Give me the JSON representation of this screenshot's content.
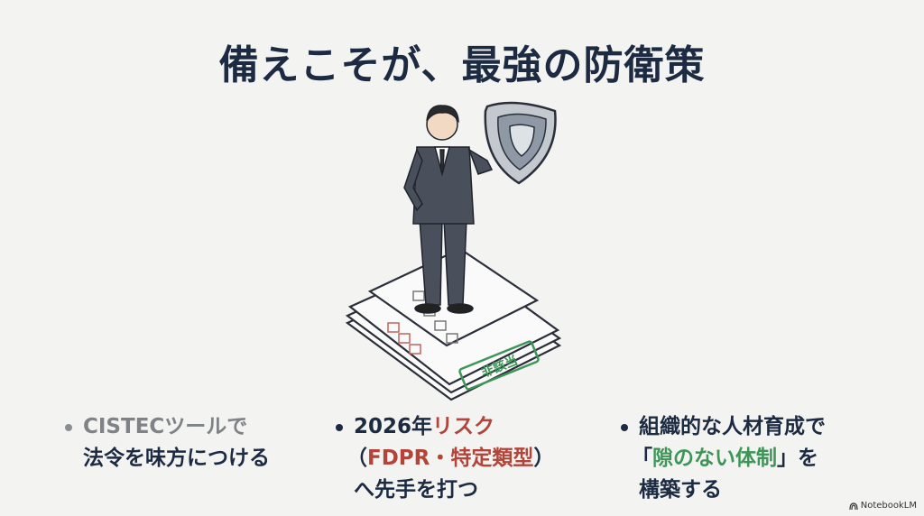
{
  "slide": {
    "title": "備えこそが、最強の防衛策",
    "illustration": {
      "stamp_label": "非該当"
    },
    "bullets": [
      {
        "lines": [
          {
            "parts": [
              "CISTECツールで"
            ]
          },
          {
            "parts": [
              "法令を味方につける"
            ]
          }
        ]
      },
      {
        "lines": [
          {
            "parts": [
              "2026年",
              "リスク"
            ]
          },
          {
            "parts": [
              "（",
              "FDPR・特定類型",
              "）"
            ]
          },
          {
            "parts": [
              "へ先手を打つ"
            ]
          }
        ]
      },
      {
        "lines": [
          {
            "parts": [
              "組織的な人材育成で"
            ]
          },
          {
            "parts": [
              "「",
              "隙のない体制",
              "」を"
            ]
          },
          {
            "parts": [
              "構築する"
            ]
          }
        ]
      }
    ],
    "brand": "NotebookLM"
  },
  "colors": {
    "title": "#1c2a42",
    "accent_red": "#b2443a",
    "accent_green": "#3f9558",
    "muted": "#7f8286",
    "background": "#f3f3f1"
  }
}
